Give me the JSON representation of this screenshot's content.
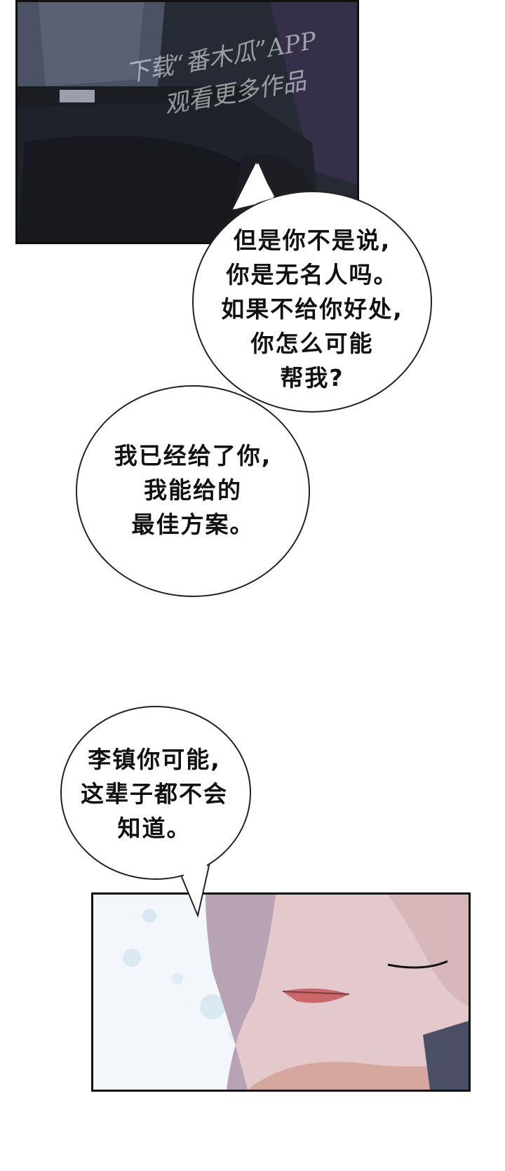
{
  "watermark": {
    "line1": "下载“番木瓜”APP",
    "line2": "观看更多作品"
  },
  "bubbles": [
    {
      "lines": [
        "但是你不是说,",
        "你是无名人吗。",
        "如果不给你好处,",
        "你怎么可能",
        "帮我?"
      ]
    },
    {
      "lines": [
        "我已经给了你,",
        "我能给的",
        "最佳方案。"
      ]
    },
    {
      "lines": [
        "李镇你可能,",
        "这辈子都不会",
        "知道。"
      ]
    }
  ],
  "colors": {
    "top_panel": "#262b36",
    "skin": "#e6c8c8",
    "lip": "#c9676a"
  }
}
